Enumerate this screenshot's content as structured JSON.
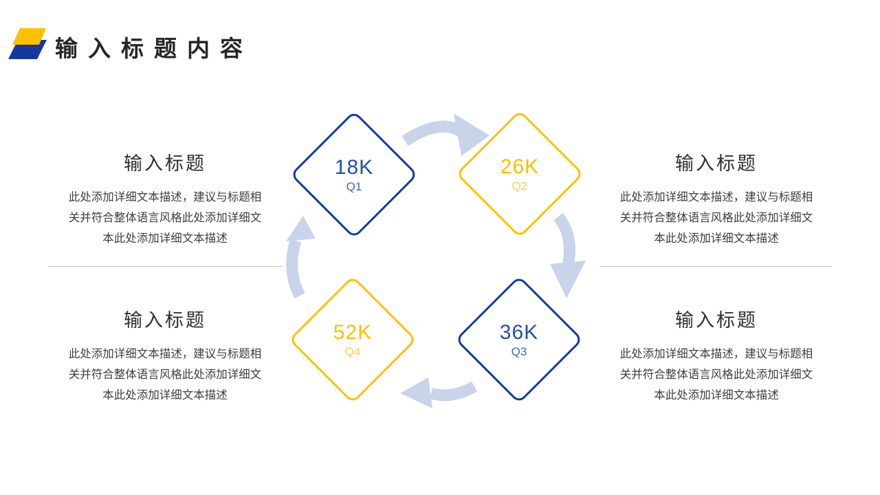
{
  "slide": {
    "title": "输入标题内容"
  },
  "logo": {
    "yellow_color": "#FFC000",
    "blue_color": "#16389C"
  },
  "cycle": {
    "arrow_color": "#C9D3EA",
    "items": [
      {
        "value": "18K",
        "label": "Q1",
        "color": "#11399E"
      },
      {
        "value": "26K",
        "label": "Q2",
        "color": "#FFC000"
      },
      {
        "value": "36K",
        "label": "Q3",
        "color": "#11399E"
      },
      {
        "value": "52K",
        "label": "Q4",
        "color": "#FFC000"
      }
    ]
  },
  "blocks": [
    {
      "heading": "输入标题",
      "body": "此处添加详细文本描述，建议与标题相关并符合整体语言风格此处添加详细文本此处添加详细文本描述"
    },
    {
      "heading": "输入标题",
      "body": "此处添加详细文本描述，建议与标题相关并符合整体语言风格此处添加详细文本此处添加详细文本描述"
    },
    {
      "heading": "输入标题",
      "body": "此处添加详细文本描述，建议与标题相关并符合整体语言风格此处添加详细文本此处添加详细文本描述"
    },
    {
      "heading": "输入标题",
      "body": "此处添加详细文本描述，建议与标题相关并符合整体语言风格此处添加详细文本此处添加详细文本描述"
    }
  ]
}
